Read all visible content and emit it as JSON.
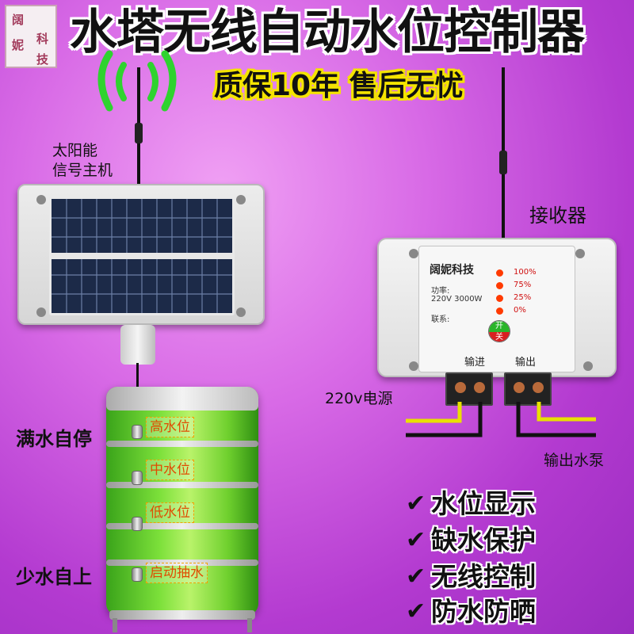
{
  "title": "水塔无线自动水位控制器",
  "subtitle": "质保10年 售后无忧",
  "logo": {
    "c1": "阔",
    "c2": "妮",
    "c3": "科",
    "c4": "技"
  },
  "solar": {
    "label_line1": "太阳能",
    "label_line2": "信号主机"
  },
  "receiver": {
    "label": "接收器",
    "brand": "阔妮科技",
    "power_label": "功率:",
    "power_value": "220V  3000W",
    "contact_label": "联系:",
    "levels": [
      "100%",
      "75%",
      "25%",
      "0%"
    ],
    "switch_top": "开",
    "switch_bottom": "关",
    "in_label": "输进",
    "out_label": "输出"
  },
  "wiring": {
    "power_source": "220v电源",
    "pump_output": "输出水泵"
  },
  "tank": {
    "full_stop": "满水自停",
    "low_start": "少水自上",
    "tags": [
      "高水位",
      "中水位",
      "低水位",
      "启动抽水"
    ]
  },
  "features": [
    "水位显示",
    "缺水保护",
    "无线控制",
    "防水防晒"
  ],
  "colors": {
    "background": "#d86ae6",
    "accent_yellow": "#f4e400",
    "tank_green": "#7ce03a",
    "signal_green": "#2fd32f",
    "tag_text": "#e14b00"
  }
}
